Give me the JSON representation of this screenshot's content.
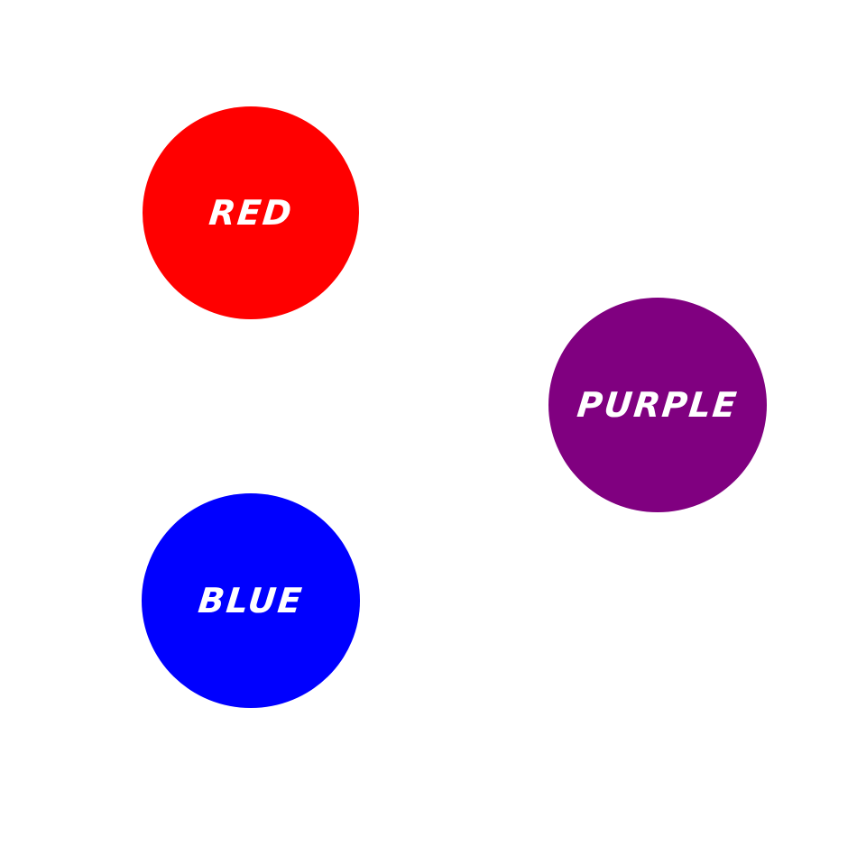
{
  "circles": {
    "red": {
      "label": "RED",
      "color": "#ff0000"
    },
    "purple": {
      "label": "PURPLE",
      "color": "#800080"
    },
    "blue": {
      "label": "BLUE",
      "color": "#0000ff"
    }
  },
  "label_color": "#ffffff"
}
